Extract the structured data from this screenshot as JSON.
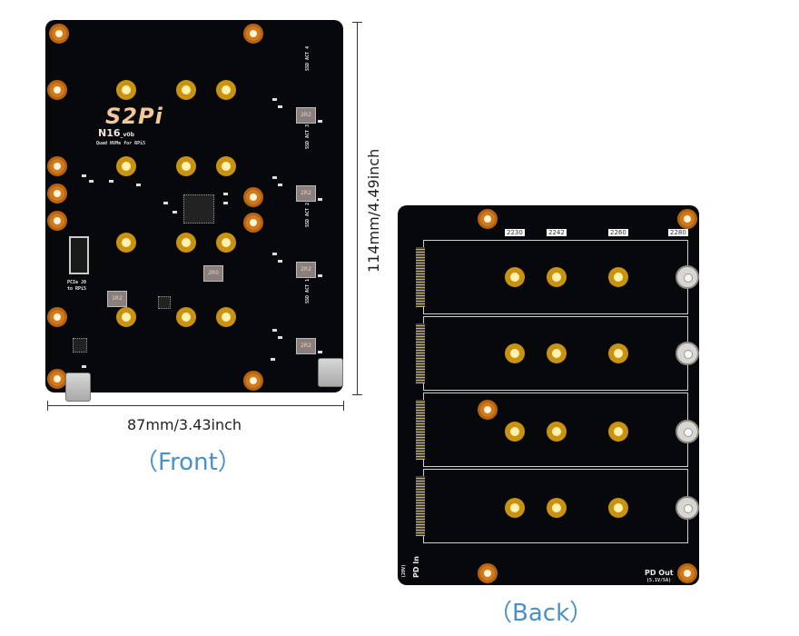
{
  "front": {
    "logo": "S2Pi",
    "model": "N16",
    "version": "_v0b",
    "subtitle": "Quad NVMe for RPi5",
    "pcie_label_line1": "PCIe J0",
    "pcie_label_line2": "to RPi5",
    "ssd_labels": [
      "SSD ACT 4",
      "SSD ACT 3",
      "SSD ACT 2",
      "SSD ACT 1"
    ],
    "inductor_label": "2R2",
    "inductor_label_2": "2R0",
    "inductor_label_3": "1R2",
    "width_dimension": "87mm/3.43inch",
    "height_dimension": "114mm/4.49inch",
    "caption": "（Front）"
  },
  "back": {
    "size_labels": [
      "2230",
      "2242",
      "2260",
      "2280"
    ],
    "pd_in": "PD In",
    "pd_in_sub": "(20V)",
    "pd_out": "PD Out",
    "pd_out_sub": "(5.1V/5A)",
    "caption": "（Back）"
  },
  "colors": {
    "pcb": "#07080b",
    "copper": "#d07a1e",
    "caption": "#4a8fc8"
  }
}
